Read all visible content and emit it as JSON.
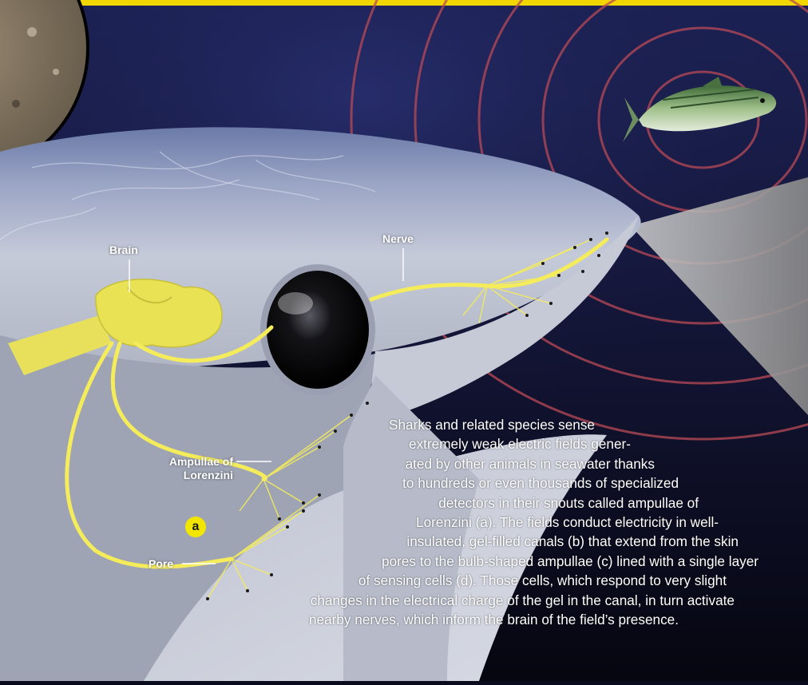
{
  "labels": {
    "brain": "Brain",
    "nerve": "Nerve",
    "ampullae_line1": "Ampullae of",
    "ampullae_line2": "Lorenzini",
    "pore": "Pore",
    "panel_marker": "a"
  },
  "caption": {
    "lines": [
      "Sharks and related species sense",
      "extremely weak electric fields gener-",
      "ated by other animals in seawater thanks",
      "to hundreds or even thousands of specialized",
      "detectors in their snouts called ampullae of",
      "Lorenzini (a). The fields conduct electricity in well-",
      "insulated, gel-filled canals (b) that extend from the skin",
      "pores to the bulb-shaped ampullae (c) lined with a single layer",
      "of sensing cells (d). Those cells, which respond to very slight",
      "changes in the electrical charge of the gel in the canal, in turn activate",
      "nearby nerves, which inform the brain of the field’s presence."
    ]
  },
  "colors": {
    "top_bar": "#f2d600",
    "nerve_yellow": "#f4ec5a",
    "field_rings": "#c0505a",
    "sky_top": "#1a2050",
    "sky_bottom": "#07070f"
  }
}
